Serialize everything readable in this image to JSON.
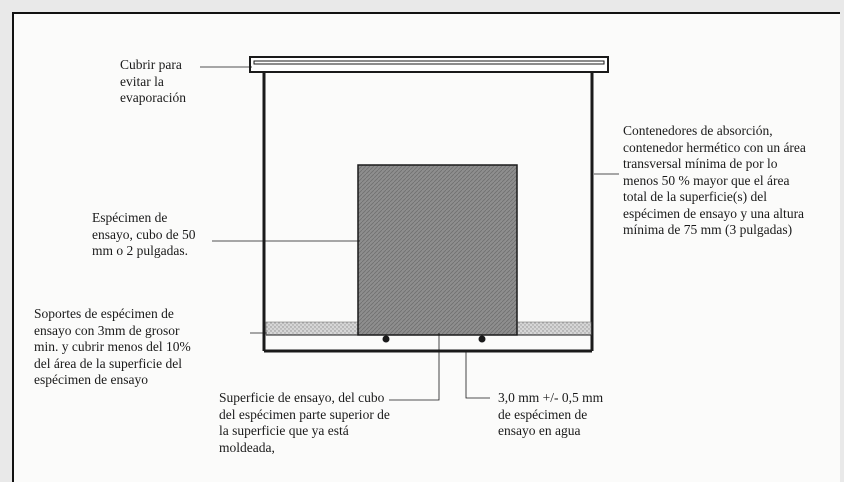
{
  "labels": {
    "cover": "Cubrir para\nevitar la\nevaporación",
    "container": "Contenedores de absorción,\ncontenedor hermético con un área\ntransversal mínima de por lo\nmenos 50 % mayor que el área\ntotal de la superficie(s) del\nespécimen de ensayo y una altura\nmínima de 75 mm (3 pulgadas)",
    "specimen": "Espécimen de\nensayo, cubo de 50\nmm o 2 pulgadas.",
    "supports": "Soportes de espécimen de\nensayo con 3mm de grosor\nmin. y cubrir menos del 10%\ndel área de la superficie del\nespécimen de ensayo",
    "test_surface": "Superficie de ensayo, del cubo\ndel espécimen parte superior de\nla superficie que ya está\nmoldeada,",
    "water_depth": "3,0 mm +/- 0,5 mm\nde espécimen de\nensayo en agua"
  },
  "colors": {
    "line": "#1a1a1a",
    "specimen_fill": "#8a8a8a",
    "water_fill": "#d2d2d2"
  }
}
